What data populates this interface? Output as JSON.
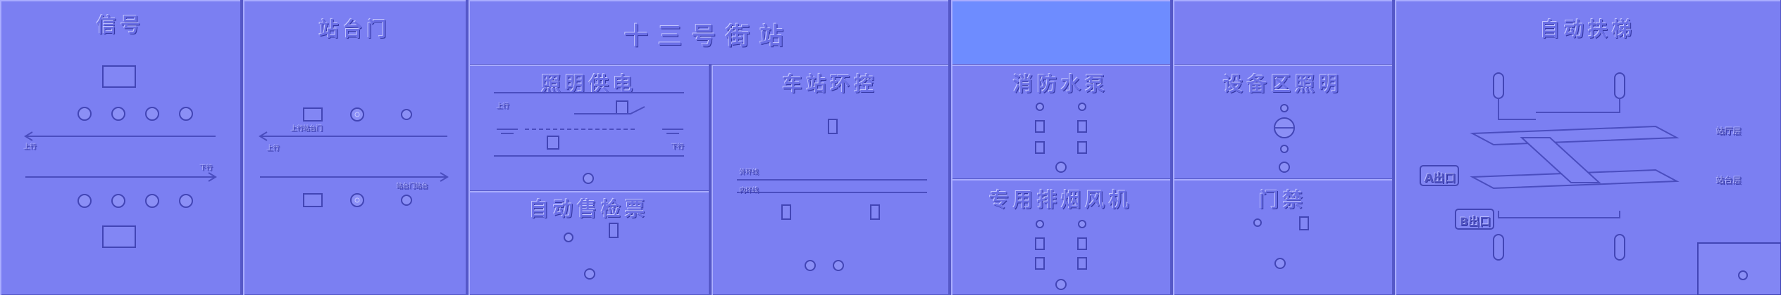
{
  "panels": {
    "signal": {
      "title": "信号",
      "up": "上行",
      "down": "下行"
    },
    "platform_door": {
      "title": "站台门",
      "up": "上行",
      "up_door": "上行站台门",
      "down_door": "站台门站台"
    },
    "station": {
      "title": "十三号街站"
    },
    "lighting_power": {
      "title": "照明供电",
      "up": "上行",
      "down": "下行"
    },
    "ticketing": {
      "title": "自动售检票"
    },
    "env_control": {
      "title": "车站环控",
      "outer_loop": "外环线",
      "inner_loop": "内环线"
    },
    "fire_pump": {
      "title": "消防水泵"
    },
    "equipment_lighting": {
      "title": "设备区照明"
    },
    "smoke_fan": {
      "title": "专用排烟风机"
    },
    "access_control": {
      "title": "门禁"
    },
    "escalator": {
      "title": "自动扶梯",
      "hall_level": "站厅层",
      "platform_level": "站台层",
      "exit_a": "A出口",
      "exit_b": "B出口"
    }
  },
  "colors": {
    "background": "#7b7ff2",
    "highlight": "#6e8cff",
    "line": "#4a4dbf"
  },
  "icons": [
    "indicator-icon",
    "switch-icon",
    "valve-icon",
    "fan-icon",
    "pump-icon"
  ]
}
